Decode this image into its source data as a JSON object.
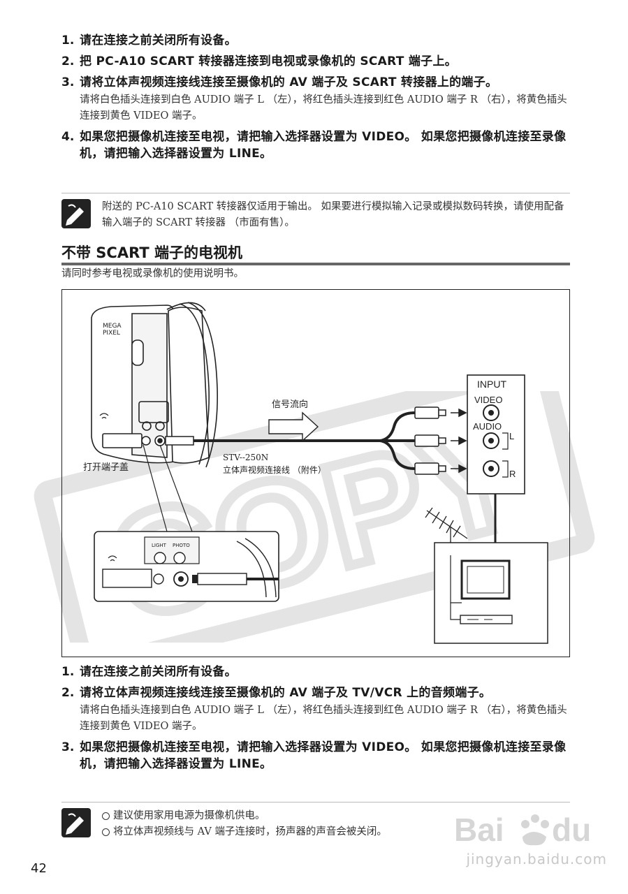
{
  "top_steps": [
    {
      "num": "1.",
      "title": "请在连接之前关闭所有设备。",
      "detail": ""
    },
    {
      "num": "2.",
      "title": "把 PC-A10 SCART 转接器连接到电视或录像机的 SCART 端子上。",
      "detail": ""
    },
    {
      "num": "3.",
      "title": "请将立体声视频连接线连接至摄像机的 AV 端子及 SCART 转接器上的端子。",
      "detail": "请将白色插头连接到白色 AUDIO 端子 L （左），将红色插头连接到红色 AUDIO 端子 R （右），将黄色插头连接到黄色 VIDEO 端子。"
    },
    {
      "num": "4.",
      "title": "如果您把摄像机连接至电视，请把输入选择器设置为 VIDEO。 如果您把摄像机连接至录像机，请把输入选择器设置为 LINE。",
      "detail": ""
    }
  ],
  "note1": "附送的 PC-A10 SCART 转接器仅适用于输出。 如果要进行模拟输入记录或模拟数码转换，请使用配备输入端子的 SCART 转接器 （市面有售）。",
  "section": {
    "title": "不带 SCART 端子的电视机",
    "subtitle": "请同时参考电视或录像机的使用说明书。"
  },
  "figure": {
    "camera_text1": "MEGA",
    "camera_text2": "PIXEL",
    "open_cover": "打开端子盖",
    "signal_flow": "信号流向",
    "cable_model": "STV--250N",
    "cable_desc": "立体声视频连接线 （附件）",
    "input_label": "INPUT",
    "video_label": "VIDEO",
    "audio_label": "AUDIO",
    "left_label": "L",
    "right_label": "R",
    "light_label": "LIGHT",
    "photo_label": "PHOTO"
  },
  "stamp_text": "COPY",
  "bottom_steps": [
    {
      "num": "1.",
      "title": "请在连接之前关闭所有设备。",
      "detail": ""
    },
    {
      "num": "2.",
      "title": "请将立体声视频连接线连接至摄像机的 AV 端子及 TV/VCR 上的音频端子。",
      "detail": "请将白色插头连接到白色 AUDIO 端子 L （左），将红色插头连接到红色 AUDIO 端子 R （右），将黄色插头连接到黄色 VIDEO 端子。"
    },
    {
      "num": "3.",
      "title": "如果您把摄像机连接至电视，请把输入选择器设置为 VIDEO。 如果您把摄像机连接至录像机，请把输入选择器设置为 LINE。",
      "detail": ""
    }
  ],
  "note2": [
    "建议使用家用电源为摄像机供电。",
    "将立体声视频线与 AV 端子连接时，扬声器的声音会被关闭。"
  ],
  "page_number": "42",
  "watermark_url": "jingyan.baidu.com",
  "colors": {
    "stamp": "#d9d9d9",
    "rule": "#666666"
  }
}
